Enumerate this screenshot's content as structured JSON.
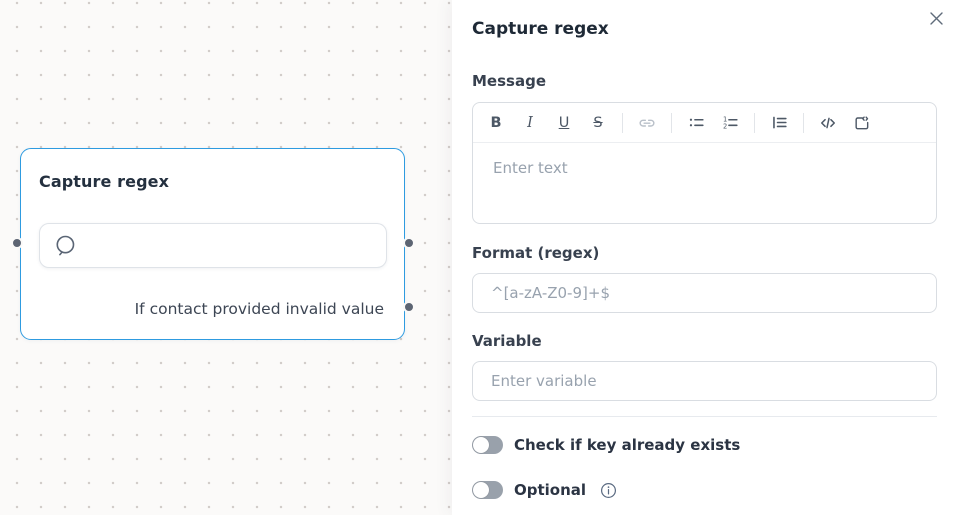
{
  "canvas": {
    "node": {
      "title": "Capture regex",
      "caption": "If contact provided invalid value",
      "input_icon": "chat-bubble-icon",
      "ports": [
        "input-port-left",
        "output-port-right",
        "fail-output-port-right"
      ],
      "border_color": "#2e9be0"
    },
    "background_color": "#fbfaf9",
    "dot_color": "#d2cdca"
  },
  "panel": {
    "title": "Capture regex",
    "close_icon": "close-x-icon",
    "message": {
      "label": "Message",
      "placeholder": "Enter text",
      "toolbar_labels": {
        "bold": "B",
        "italic": "I",
        "underline": "U",
        "strikethrough": "S"
      },
      "toolbar_icons": [
        "bold",
        "italic",
        "underline",
        "strikethrough",
        "link",
        "bullet-list",
        "ordered-list",
        "blockquote",
        "code",
        "code-block"
      ]
    },
    "format": {
      "label": "Format (regex)",
      "placeholder": "^[a-zA-Z0-9]+$"
    },
    "variable": {
      "label": "Variable",
      "placeholder": "Enter variable"
    },
    "toggles": [
      {
        "label": "Check if key already exists",
        "state": "off"
      },
      {
        "label": "Optional",
        "state": "off",
        "info_icon": "info-circle-icon"
      }
    ]
  },
  "colors": {
    "node_selected_border": "#2e9be0",
    "toggle_off": "#99a1ab",
    "port_ring": "#5d6573",
    "label_text": "#38414f",
    "placeholder_text": "#98a2ae",
    "input_border": "#d9dde2"
  }
}
